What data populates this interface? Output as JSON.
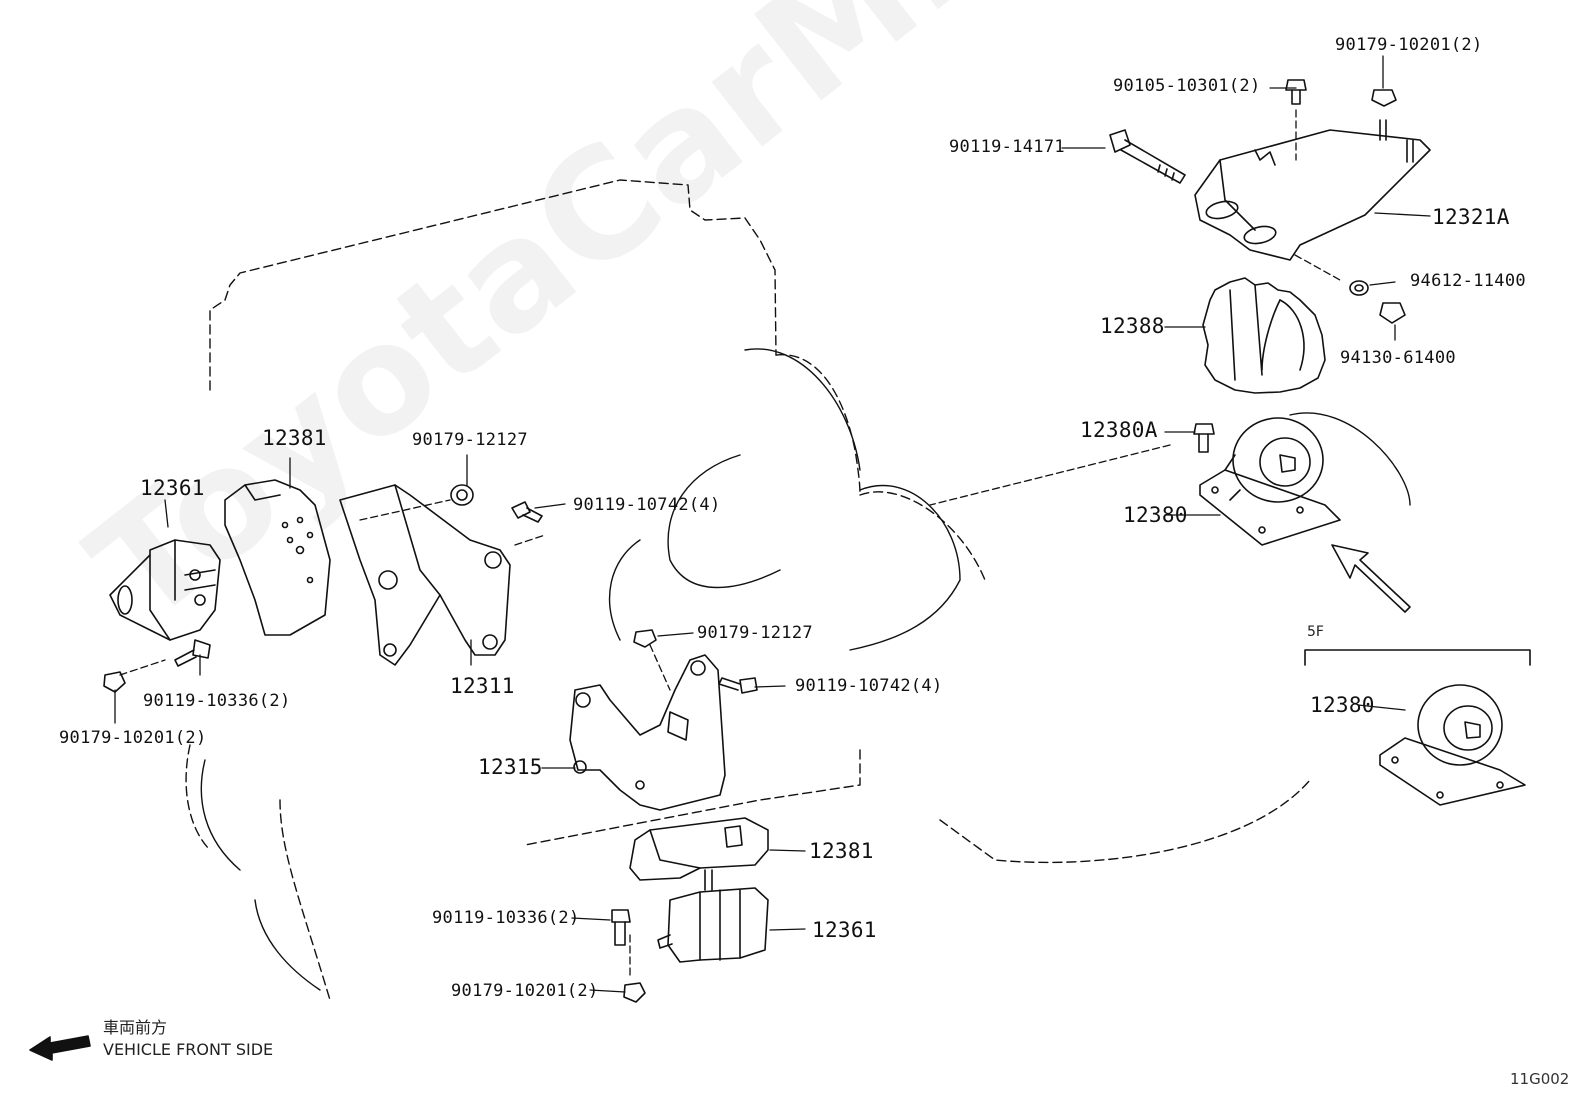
{
  "watermark": "ToyotaCarMine.ru",
  "figure_id": "11G002",
  "front_side": {
    "jp": "車両前方",
    "en": "VEHICLE FRONT SIDE"
  },
  "variant_label": "5F",
  "callouts": {
    "p_90179_10201_top": "90179-10201(2)",
    "p_90105_10301": "90105-10301(2)",
    "p_90119_14171": "90119-14171",
    "p_12321A": "12321A",
    "p_94612_11400": "94612-11400",
    "p_12388": "12388",
    "p_94130_61400": "94130-61400",
    "p_12380A": "12380A",
    "p_12380_main": "12380",
    "p_12380_5f": "12380",
    "p_12381_left": "12381",
    "p_90179_12127_a": "90179-12127",
    "p_12361_left": "12361",
    "p_90119_10742_a": "90119-10742(4)",
    "p_12311": "12311",
    "p_90119_10336_a": "90119-10336(2)",
    "p_90179_10201_left": "90179-10201(2)",
    "p_90179_12127_b": "90179-12127",
    "p_90119_10742_b": "90119-10742(4)",
    "p_12315": "12315",
    "p_12381_bottom": "12381",
    "p_90119_10336_b": "90119-10336(2)",
    "p_12361_bottom": "12361",
    "p_90179_10201_bottom": "90179-10201(2)"
  }
}
